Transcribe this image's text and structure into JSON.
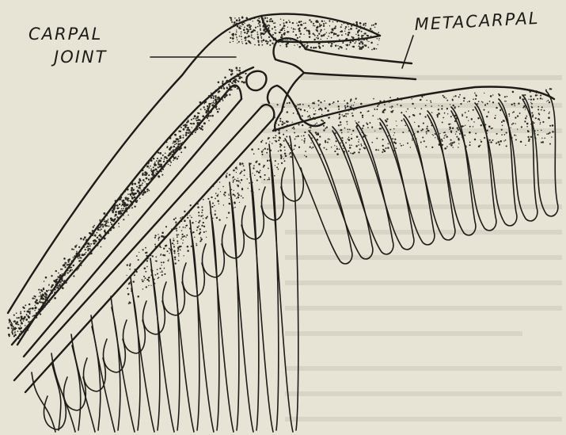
{
  "labels": {
    "carpal_line1": "CARPAL",
    "carpal_line2": "JOINT",
    "metacarpal": "METACARPAL"
  },
  "colors": {
    "paper": "#e7e4d5",
    "ink": "#1c1b18",
    "bleed_through": "#c9c6b7"
  }
}
